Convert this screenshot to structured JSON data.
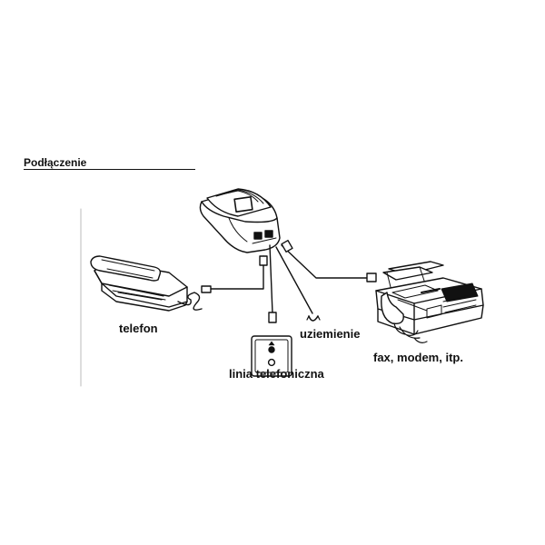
{
  "heading": "Podłączenie",
  "labels": {
    "telefon": "telefon",
    "uziemienie": "uziemienie",
    "linia": "linia telefoniczna",
    "fax": "fax, modem, itp."
  }
}
